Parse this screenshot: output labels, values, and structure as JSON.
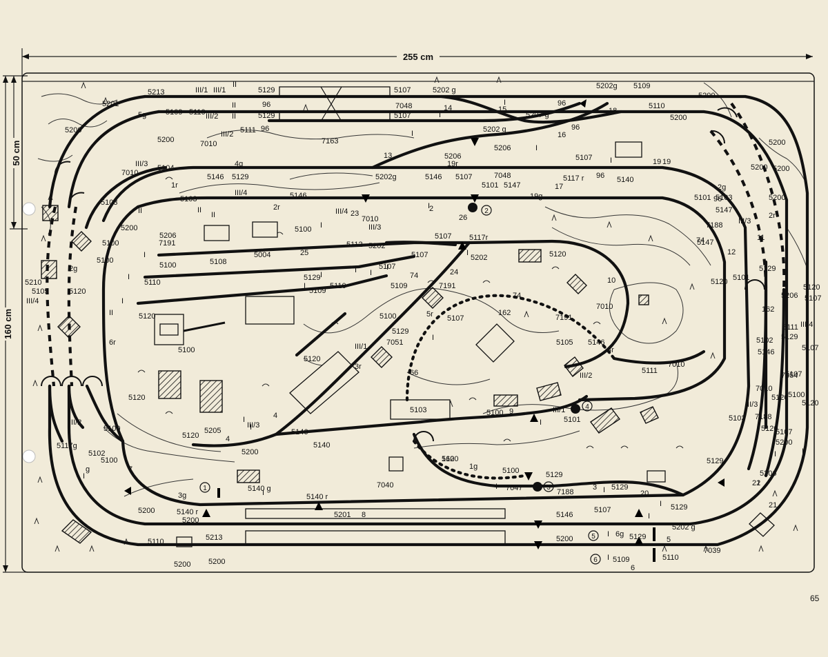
{
  "dimensions": {
    "width_label": "255 cm",
    "height_label": "160 cm",
    "depth_label": "50 cm"
  },
  "page_number": "65",
  "part_labels": [
    {
      "id": "a1",
      "text": "5213"
    },
    {
      "id": "a2",
      "text": "III/1"
    },
    {
      "id": "a3",
      "text": "III/1"
    },
    {
      "id": "a4",
      "text": "II"
    },
    {
      "id": "a5",
      "text": "5129"
    },
    {
      "id": "a6",
      "text": "5107"
    },
    {
      "id": "a7",
      "text": "5202 g"
    },
    {
      "id": "a8",
      "text": "5202g"
    },
    {
      "id": "a9",
      "text": "5109"
    },
    {
      "id": "a10",
      "text": "5201"
    },
    {
      "id": "a11",
      "text": "5g"
    },
    {
      "id": "a12",
      "text": "5109"
    },
    {
      "id": "a13",
      "text": "5110"
    },
    {
      "id": "a14",
      "text": "II"
    },
    {
      "id": "a15",
      "text": "96"
    },
    {
      "id": "a16",
      "text": "7048"
    },
    {
      "id": "a17",
      "text": "14"
    },
    {
      "id": "a18",
      "text": "15"
    },
    {
      "id": "a19",
      "text": "5207 g"
    },
    {
      "id": "a20",
      "text": "96"
    },
    {
      "id": "a21",
      "text": "18"
    },
    {
      "id": "a22",
      "text": "5110"
    },
    {
      "id": "a23",
      "text": "5200"
    },
    {
      "id": "a24",
      "text": "III/2"
    },
    {
      "id": "a25",
      "text": "5129"
    },
    {
      "id": "a26",
      "text": "5107"
    },
    {
      "id": "a27",
      "text": "5200"
    },
    {
      "id": "a28",
      "text": "5111"
    },
    {
      "id": "a29",
      "text": "II"
    },
    {
      "id": "a30",
      "text": "96"
    },
    {
      "id": "a31",
      "text": "5202 g"
    },
    {
      "id": "a32",
      "text": "96"
    },
    {
      "id": "a33",
      "text": "16"
    },
    {
      "id": "a34",
      "text": "5200"
    },
    {
      "id": "a35",
      "text": "5200"
    },
    {
      "id": "a36",
      "text": "7010"
    },
    {
      "id": "a37",
      "text": "III/2"
    },
    {
      "id": "a38",
      "text": "7163"
    },
    {
      "id": "a39",
      "text": "5200"
    },
    {
      "id": "a40",
      "text": "5206"
    },
    {
      "id": "a41",
      "text": "13"
    },
    {
      "id": "a42",
      "text": "5206"
    },
    {
      "id": "a43",
      "text": "III/3"
    },
    {
      "id": "a44",
      "text": "4g"
    },
    {
      "id": "a45",
      "text": "19r"
    },
    {
      "id": "a46",
      "text": "5107"
    },
    {
      "id": "a47",
      "text": "19"
    },
    {
      "id": "a48",
      "text": "19"
    },
    {
      "id": "a49",
      "text": "7010"
    },
    {
      "id": "a50",
      "text": "5104"
    },
    {
      "id": "a51",
      "text": "5146"
    },
    {
      "id": "a52",
      "text": "5129"
    },
    {
      "id": "a53",
      "text": "5202g"
    },
    {
      "id": "a54",
      "text": "5146"
    },
    {
      "id": "a55",
      "text": "5107"
    },
    {
      "id": "a56",
      "text": "7048"
    },
    {
      "id": "a57",
      "text": "96"
    },
    {
      "id": "a58",
      "text": "5140"
    },
    {
      "id": "a59",
      "text": "5200"
    },
    {
      "id": "a60",
      "text": "96"
    },
    {
      "id": "a61",
      "text": "5101"
    },
    {
      "id": "a62",
      "text": "5147"
    },
    {
      "id": "a63",
      "text": "17"
    },
    {
      "id": "a64",
      "text": "5117 r"
    },
    {
      "id": "a65",
      "text": "2g"
    },
    {
      "id": "a66",
      "text": "5200"
    },
    {
      "id": "a67",
      "text": "1r"
    },
    {
      "id": "a68",
      "text": "III/4"
    },
    {
      "id": "a69",
      "text": "5146"
    },
    {
      "id": "a70",
      "text": "19g"
    },
    {
      "id": "a71",
      "text": "5200"
    },
    {
      "id": "a72",
      "text": "5103"
    },
    {
      "id": "a73",
      "text": "5103"
    },
    {
      "id": "a74",
      "text": "5101"
    },
    {
      "id": "a75",
      "text": "5103"
    },
    {
      "id": "a76",
      "text": "II"
    },
    {
      "id": "a77",
      "text": "2r"
    },
    {
      "id": "a78",
      "text": "2"
    },
    {
      "id": "a79",
      "text": "5147"
    },
    {
      "id": "a80",
      "text": "II"
    },
    {
      "id": "a81",
      "text": "II"
    },
    {
      "id": "a82",
      "text": "III/4"
    },
    {
      "id": "a83",
      "text": "23"
    },
    {
      "id": "a84",
      "text": "7010"
    },
    {
      "id": "a85",
      "text": "26"
    },
    {
      "id": "a86",
      "text": "7188"
    },
    {
      "id": "a87",
      "text": "III/3"
    },
    {
      "id": "a88",
      "text": "2r"
    },
    {
      "id": "a89",
      "text": "5200"
    },
    {
      "id": "a90",
      "text": "III/3"
    },
    {
      "id": "a91",
      "text": "5206"
    },
    {
      "id": "a92",
      "text": "5100"
    },
    {
      "id": "a93",
      "text": "5107"
    },
    {
      "id": "a94",
      "text": "11"
    },
    {
      "id": "a95",
      "text": "5100"
    },
    {
      "id": "a96",
      "text": "74"
    },
    {
      "id": "a97",
      "text": "5100"
    },
    {
      "id": "a98",
      "text": "7191"
    },
    {
      "id": "a99",
      "text": "5112"
    },
    {
      "id": "a100",
      "text": "5202"
    },
    {
      "id": "a101",
      "text": "5117r"
    },
    {
      "id": "a102",
      "text": "5147"
    },
    {
      "id": "a103",
      "text": "5120"
    },
    {
      "id": "a104",
      "text": "5100"
    },
    {
      "id": "a105",
      "text": "5108"
    },
    {
      "id": "a106",
      "text": "5004"
    },
    {
      "id": "a107",
      "text": "25"
    },
    {
      "id": "a108",
      "text": "5107"
    },
    {
      "id": "a109",
      "text": "5202"
    },
    {
      "id": "a110",
      "text": "12"
    },
    {
      "id": "a111",
      "text": "2g"
    },
    {
      "id": "a112",
      "text": "5129"
    },
    {
      "id": "a113",
      "text": "5129"
    },
    {
      "id": "a114",
      "text": "5107"
    },
    {
      "id": "a115",
      "text": "24"
    },
    {
      "id": "a116",
      "text": "10"
    },
    {
      "id": "a117",
      "text": "5101"
    },
    {
      "id": "a118",
      "text": "5120"
    },
    {
      "id": "a119",
      "text": "5210"
    },
    {
      "id": "a120",
      "text": "5120"
    },
    {
      "id": "a121",
      "text": "5110"
    },
    {
      "id": "a122",
      "text": "5110"
    },
    {
      "id": "a123",
      "text": "74"
    },
    {
      "id": "a124",
      "text": "7191"
    },
    {
      "id": "a125",
      "text": "5206"
    },
    {
      "id": "a126",
      "text": "III/4"
    },
    {
      "id": "a127",
      "text": "5107"
    },
    {
      "id": "a128",
      "text": "5105"
    },
    {
      "id": "a129",
      "text": "5109"
    },
    {
      "id": "a130",
      "text": "5109"
    },
    {
      "id": "a131",
      "text": "74"
    },
    {
      "id": "a132",
      "text": "7010"
    },
    {
      "id": "a133",
      "text": "162"
    },
    {
      "id": "a134",
      "text": "5120"
    },
    {
      "id": "a135",
      "text": "162"
    },
    {
      "id": "a136",
      "text": "5r"
    },
    {
      "id": "a137",
      "text": "5107"
    },
    {
      "id": "a138",
      "text": "II"
    },
    {
      "id": "a139",
      "text": "5120"
    },
    {
      "id": "a140",
      "text": "5100"
    },
    {
      "id": "a141",
      "text": "7191"
    },
    {
      "id": "a142",
      "text": "5111"
    },
    {
      "id": "a143",
      "text": "5129"
    },
    {
      "id": "a144",
      "text": "5105"
    },
    {
      "id": "a145",
      "text": "III/4"
    },
    {
      "id": "a146",
      "text": "5129"
    },
    {
      "id": "a147",
      "text": "6r"
    },
    {
      "id": "a148",
      "text": "5100"
    },
    {
      "id": "a149",
      "text": "7051"
    },
    {
      "id": "a150",
      "text": "5146"
    },
    {
      "id": "a151",
      "text": "5102"
    },
    {
      "id": "a152",
      "text": "5107"
    },
    {
      "id": "a153",
      "text": "III/1"
    },
    {
      "id": "a154",
      "text": "4r"
    },
    {
      "id": "a155",
      "text": "5146"
    },
    {
      "id": "a156",
      "text": "5120"
    },
    {
      "id": "a157",
      "text": "3r"
    },
    {
      "id": "a158",
      "text": "7010"
    },
    {
      "id": "a159",
      "text": "7054"
    },
    {
      "id": "a160",
      "text": "5107"
    },
    {
      "id": "a161",
      "text": "66"
    },
    {
      "id": "a162",
      "text": "5111"
    },
    {
      "id": "a163",
      "text": "7010"
    },
    {
      "id": "a164",
      "text": "5120"
    },
    {
      "id": "a165",
      "text": "5120"
    },
    {
      "id": "a166",
      "text": "III/2"
    },
    {
      "id": "a167",
      "text": "5100"
    },
    {
      "id": "a168",
      "text": "5120"
    },
    {
      "id": "a169",
      "text": "5103"
    },
    {
      "id": "a170",
      "text": "5103"
    },
    {
      "id": "a171",
      "text": "III/1"
    },
    {
      "id": "a172",
      "text": "5120"
    },
    {
      "id": "a173",
      "text": "III/3"
    },
    {
      "id": "a174",
      "text": "4"
    },
    {
      "id": "a175",
      "text": "5100"
    },
    {
      "id": "a176",
      "text": "9"
    },
    {
      "id": "a177",
      "text": "5101"
    },
    {
      "id": "a178",
      "text": "5120"
    },
    {
      "id": "a179",
      "text": "5107"
    },
    {
      "id": "a180",
      "text": "5129"
    },
    {
      "id": "a181",
      "text": "7188"
    },
    {
      "id": "a182",
      "text": "II"
    },
    {
      "id": "a183",
      "text": "III/2"
    },
    {
      "id": "a184",
      "text": "5100"
    },
    {
      "id": "a185",
      "text": "5205"
    },
    {
      "id": "a186",
      "text": "5146"
    },
    {
      "id": "a187",
      "text": "III/3"
    },
    {
      "id": "a188",
      "text": "5200"
    },
    {
      "id": "a189",
      "text": "5100"
    },
    {
      "id": "a190",
      "text": "5117g"
    },
    {
      "id": "a191",
      "text": "4"
    },
    {
      "id": "a192",
      "text": "5200"
    },
    {
      "id": "a193",
      "text": "5140"
    },
    {
      "id": "a194",
      "text": "162"
    },
    {
      "id": "a195",
      "text": "1g"
    },
    {
      "id": "a196",
      "text": "5102"
    },
    {
      "id": "a197",
      "text": "5100"
    },
    {
      "id": "a198",
      "text": "g"
    },
    {
      "id": "a199",
      "text": "7"
    },
    {
      "id": "a200",
      "text": "5100"
    },
    {
      "id": "a201",
      "text": "5129"
    },
    {
      "id": "a202",
      "text": "5206"
    },
    {
      "id": "a203",
      "text": "22"
    },
    {
      "id": "a204",
      "text": "5140 g"
    },
    {
      "id": "a205",
      "text": "7040"
    },
    {
      "id": "a206",
      "text": "7047"
    },
    {
      "id": "a207",
      "text": "3"
    },
    {
      "id": "a208",
      "text": "7188"
    },
    {
      "id": "a209",
      "text": "5129"
    },
    {
      "id": "a210",
      "text": "20"
    },
    {
      "id": "a211",
      "text": "5140 r"
    },
    {
      "id": "a212",
      "text": "3g"
    },
    {
      "id": "a213",
      "text": "5200"
    },
    {
      "id": "a214",
      "text": "5140 r"
    },
    {
      "id": "a215",
      "text": "5201"
    },
    {
      "id": "a216",
      "text": "8"
    },
    {
      "id": "a217",
      "text": "5146"
    },
    {
      "id": "a218",
      "text": "5107"
    },
    {
      "id": "a219",
      "text": "5129"
    },
    {
      "id": "a220",
      "text": "5202 g"
    },
    {
      "id": "a221",
      "text": "21"
    },
    {
      "id": "a222",
      "text": "5200"
    },
    {
      "id": "a223",
      "text": "5213"
    },
    {
      "id": "a224",
      "text": "5200"
    },
    {
      "id": "a225",
      "text": "6g"
    },
    {
      "id": "a226",
      "text": "5129"
    },
    {
      "id": "a227",
      "text": "5"
    },
    {
      "id": "a228",
      "text": "7039"
    },
    {
      "id": "a229",
      "text": "5110"
    },
    {
      "id": "a230",
      "text": "5200"
    },
    {
      "id": "a231",
      "text": "5200"
    },
    {
      "id": "a232",
      "text": "5109"
    },
    {
      "id": "a233",
      "text": "5110"
    },
    {
      "id": "a234",
      "text": "6"
    },
    {
      "id": "a235",
      "text": "5109"
    },
    {
      "id": "a236",
      "text": "7039"
    },
    {
      "id": "a237",
      "text": "5200"
    },
    {
      "id": "a238",
      "text": "5100"
    },
    {
      "id": "a239",
      "text": "5120"
    },
    {
      "id": "a240",
      "text": "5120"
    },
    {
      "id": "a241",
      "text": "5101"
    },
    {
      "id": "a242",
      "text": "5200"
    },
    {
      "id": "a243",
      "text": "5129"
    },
    {
      "id": "a244",
      "text": "5146"
    },
    {
      "id": "a245",
      "text": "5107"
    },
    {
      "id": "a246",
      "text": "5120"
    },
    {
      "id": "a247",
      "text": "5129"
    },
    {
      "id": "a248",
      "text": "5102"
    }
  ],
  "circled_numbers": [
    "1",
    "2",
    "3",
    "4",
    "5",
    "6"
  ],
  "feeder_labels": [
    "I",
    "I",
    "I",
    "I",
    "I",
    "I",
    "I",
    "I",
    "I",
    "I",
    "I",
    "I",
    "I",
    "I",
    "I",
    "I",
    "I",
    "I",
    "I",
    "I",
    "I",
    "I",
    "I",
    "I",
    "I",
    "I",
    "I",
    "I",
    "I",
    "I"
  ]
}
